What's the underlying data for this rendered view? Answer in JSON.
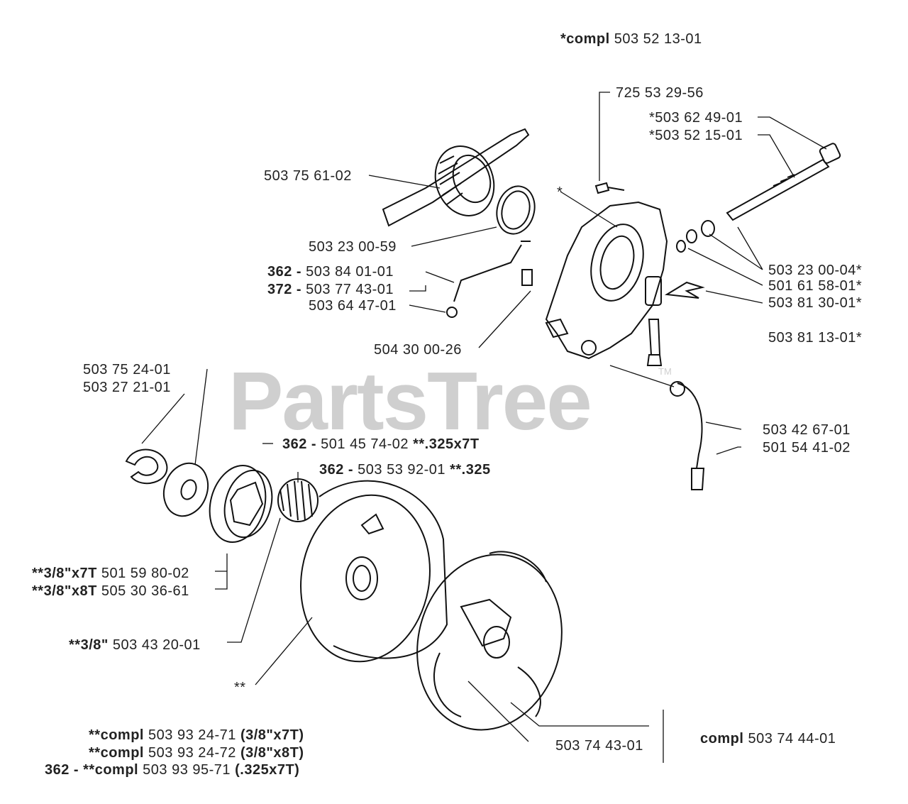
{
  "watermark": {
    "text": "PartsTree",
    "tm": "TM"
  },
  "labels": {
    "compl_top": {
      "bold": "*compl",
      "text": " 503 52 13-01"
    },
    "p725532956": "725 53 29-56",
    "p503624901": "*503 62 49-01",
    "p503521501": "*503 52 15-01",
    "p503756102": "503 75 61-02",
    "star": "*",
    "p503230059": "503 23 00-59",
    "p503840101": {
      "bold": "362 - ",
      "text": "503 84 01-01"
    },
    "p503774301": {
      "bold": "372 - ",
      "text": "503 77 43-01"
    },
    "p503644701": "503 64 47-01",
    "p504300026": "504 30 00-26",
    "p503230004": "503 23 00-04*",
    "p501615801": "501 61 58-01*",
    "p503813001": "503 81 30-01*",
    "p503811301": "503 81 13-01*",
    "p503752401": "503 75 24-01",
    "p503272101": "503 27 21-01",
    "p501457402": {
      "bold1": "362 - ",
      "text": "501 45 74-02 ",
      "bold2": "**.325x7T"
    },
    "p503539201": {
      "bold1": "362 - ",
      "text": "503 53 92-01 ",
      "bold2": "**.325"
    },
    "p503426701": "503 42 67-01",
    "p501544102": "501 54 41-02",
    "p501598002": {
      "bold": "**3/8\"x7T",
      "text": " 501 59 80-02"
    },
    "p505303661": {
      "bold": "**3/8\"x8T",
      "text": " 505 30 36-61"
    },
    "p503432001": {
      "bold": "**3/8\"",
      "text": " 503 43 20-01"
    },
    "dstar": "**",
    "compl1": {
      "bold": "**compl",
      "text": " 503 93 24-71 ",
      "bold2": "(3/8\"x7T)"
    },
    "compl2": {
      "bold": "**compl",
      "text": " 503 93 24-72 ",
      "bold2": "(3/8\"x8T)"
    },
    "compl3": {
      "bold": "362 - **compl",
      "text": " 503 93 95-71 ",
      "bold2": "(.325x7T)"
    },
    "p503744301": "503 74 43-01",
    "compl_clutch": {
      "bold": "compl",
      "text": " 503 74 44-01"
    }
  }
}
